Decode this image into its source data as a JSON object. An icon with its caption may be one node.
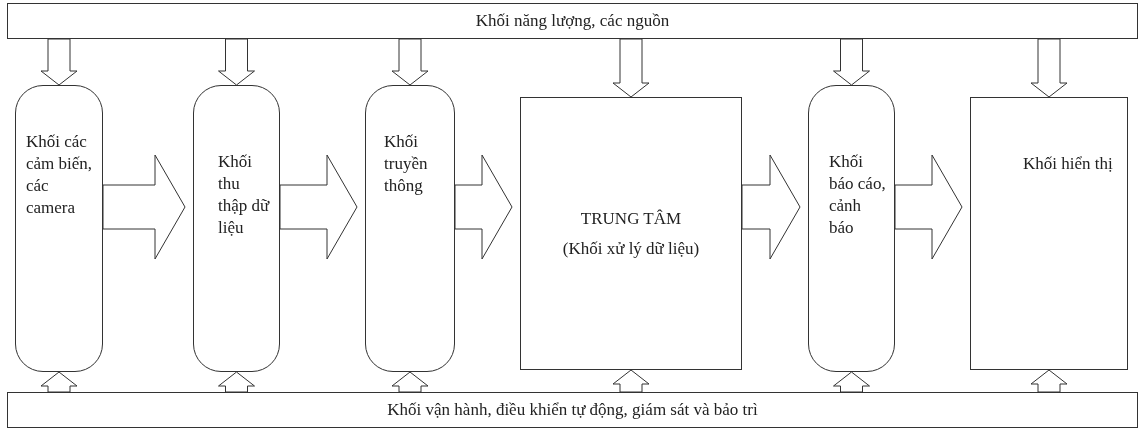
{
  "diagram": {
    "nodes": [
      {
        "text": [
          "Khối năng lượng, các nguồn"
        ]
      },
      {
        "text": [
          "Khối các cảm biến, các camera"
        ]
      },
      {
        "text": [
          "Khối thu thập dữ liệu"
        ]
      },
      {
        "text": [
          "Khối truyền thông"
        ]
      },
      {
        "text": [
          "TRUNG TÂM",
          "(Khối xử lý dữ liệu)"
        ]
      },
      {
        "text": [
          "Khối báo cáo, cảnh báo"
        ]
      },
      {
        "text": [
          "Khối hiển thị"
        ]
      },
      {
        "text": [
          "Khối vận hành, điều khiển tự động, giám sát và bảo trì"
        ]
      }
    ],
    "edges": [
      {
        "from": 0,
        "to": 1,
        "arrow": "to"
      },
      {
        "from": 0,
        "to": 2,
        "arrow": "to"
      },
      {
        "from": 0,
        "to": 3,
        "arrow": "to"
      },
      {
        "from": 0,
        "to": 4,
        "arrow": "to"
      },
      {
        "from": 0,
        "to": 5,
        "arrow": "to"
      },
      {
        "from": 0,
        "to": 6,
        "arrow": "to"
      },
      {
        "from": 1,
        "to": 2,
        "arrow": "to"
      },
      {
        "from": 2,
        "to": 3,
        "arrow": "to"
      },
      {
        "from": 3,
        "to": 4,
        "arrow": "to"
      },
      {
        "from": 4,
        "to": 5,
        "arrow": "to"
      },
      {
        "from": 5,
        "to": 6,
        "arrow": "to"
      },
      {
        "from": 7,
        "to": 1,
        "arrow": "to"
      },
      {
        "from": 7,
        "to": 2,
        "arrow": "to"
      },
      {
        "from": 7,
        "to": 3,
        "arrow": "to"
      },
      {
        "from": 7,
        "to": 4,
        "arrow": "to"
      },
      {
        "from": 7,
        "to": 5,
        "arrow": "to"
      },
      {
        "from": 7,
        "to": 6,
        "arrow": "to"
      }
    ]
  }
}
